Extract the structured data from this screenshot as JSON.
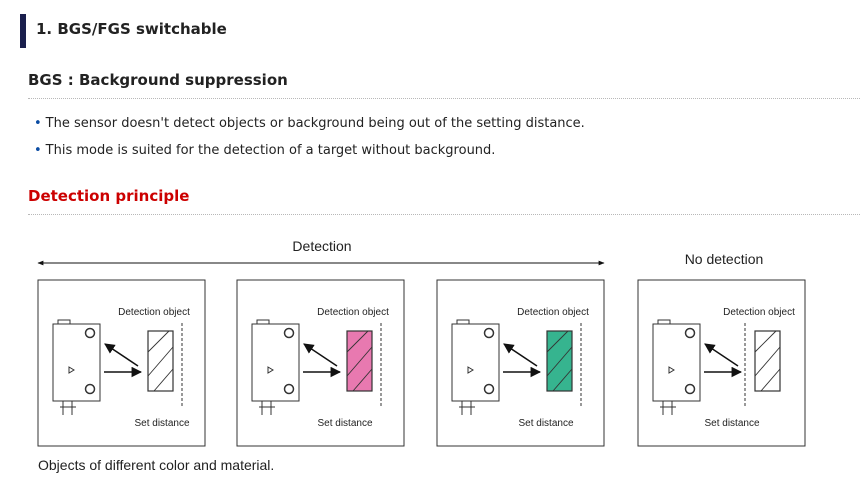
{
  "section": {
    "title": "1. BGS/FGS switchable"
  },
  "bgs": {
    "title": "BGS : Background suppression",
    "bullets": [
      "The sensor doesn't detect objects or background being out of the setting distance.",
      "This mode is suited for the detection of a target without background."
    ]
  },
  "principle": {
    "title": "Detection principle"
  },
  "diagram": {
    "detection_label": "Detection",
    "no_detection_label": "No detection",
    "panels": [
      {
        "object_label": "Detection object",
        "set_distance_label": "Set distance",
        "object_color": "#ffffff",
        "state": "detection"
      },
      {
        "object_label": "Detection object",
        "set_distance_label": "Set distance",
        "object_color": "#e879b0",
        "state": "detection"
      },
      {
        "object_label": "Detection object",
        "set_distance_label": "Set distance",
        "object_color": "#36b48f",
        "state": "detection"
      },
      {
        "object_label": "Detection object",
        "set_distance_label": "Set distance",
        "object_color": "#ffffff",
        "state": "no-detection"
      }
    ],
    "caption": "Objects of different color and material."
  }
}
